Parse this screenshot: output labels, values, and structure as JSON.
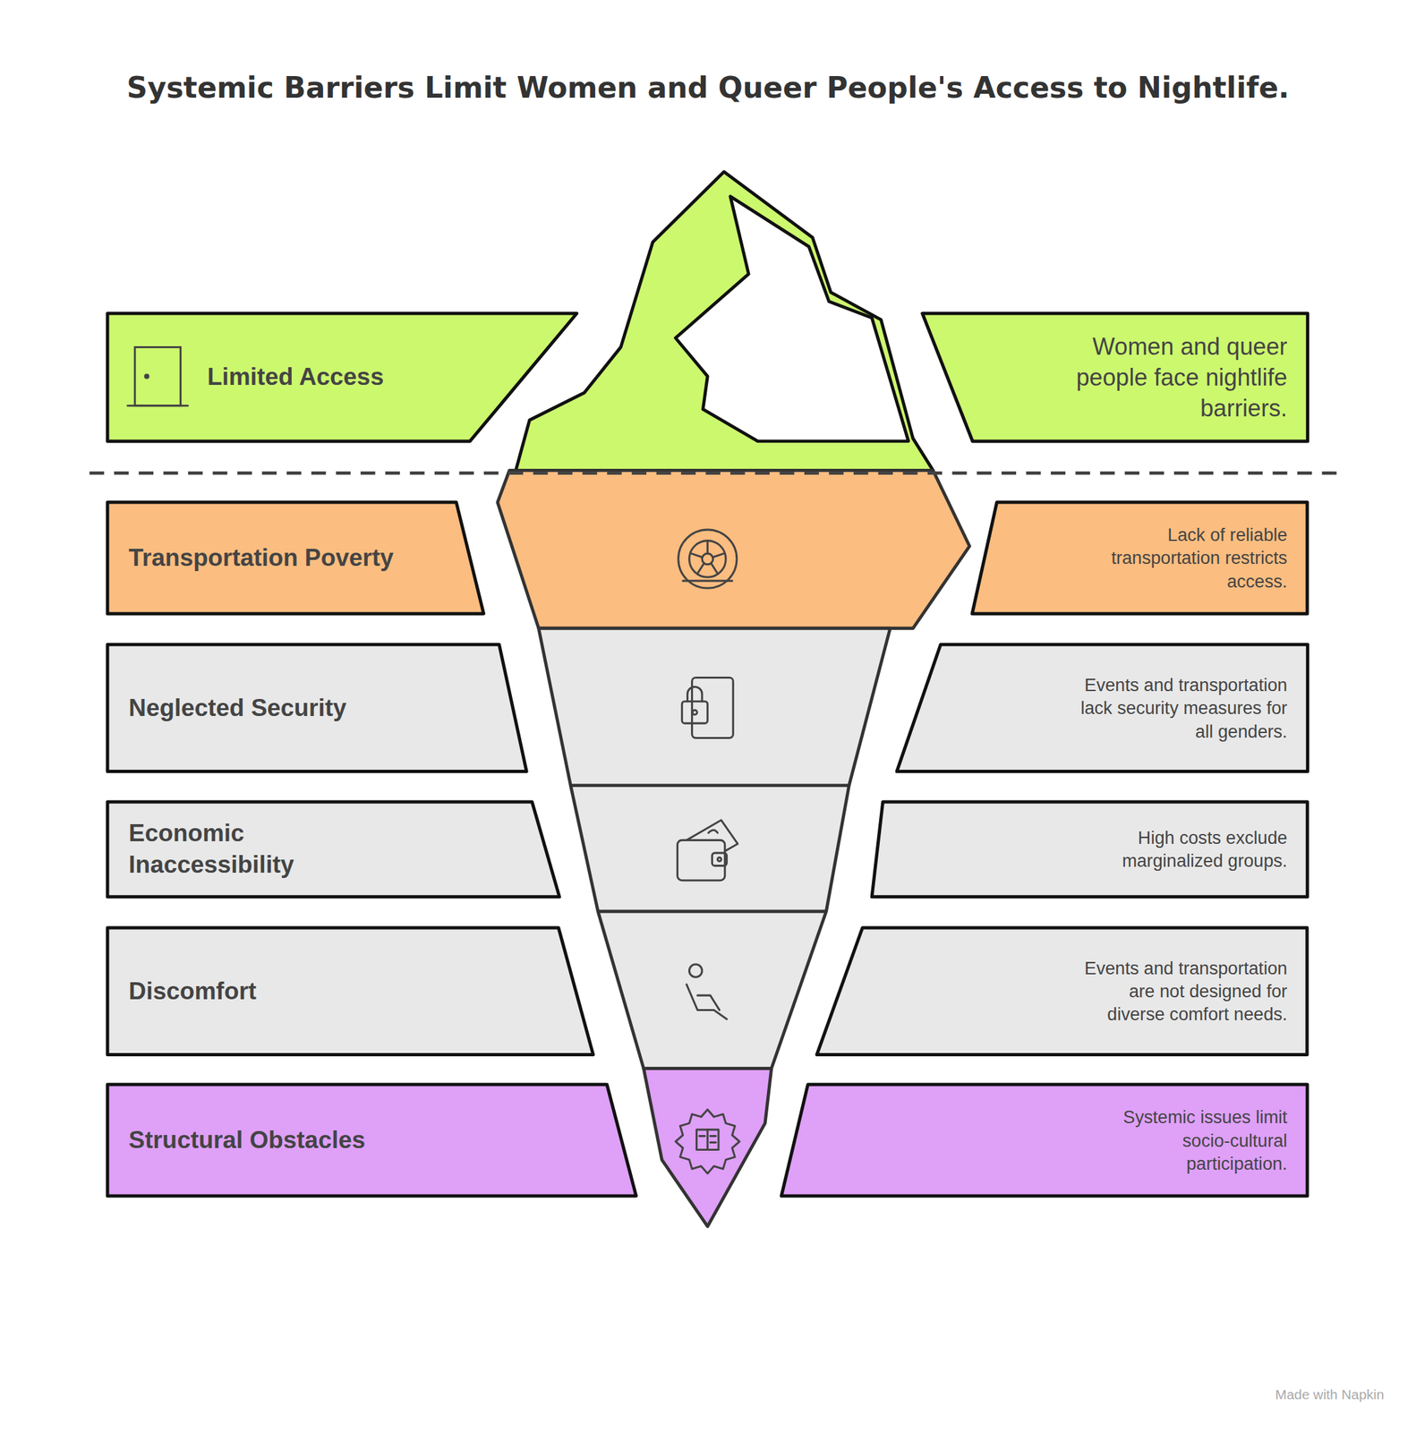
{
  "diagram": {
    "title": "Systemic Barriers Limit Women and Queer People's Access to Nightlife.",
    "nodes": [
      {
        "text": [
          "Limited Access"
        ]
      },
      {
        "text": [
          "Women and queer people face nightlife barriers."
        ]
      },
      {
        "text": [
          "Transportation Poverty"
        ]
      },
      {
        "text": [
          "Lack of reliable transportation restricts access."
        ]
      },
      {
        "text": [
          "Neglected Security"
        ]
      },
      {
        "text": [
          "Events and transportation lack security measures for all genders."
        ]
      },
      {
        "text": [
          "Economic Inaccessibility"
        ]
      },
      {
        "text": [
          "High costs exclude marginalized groups."
        ]
      },
      {
        "text": [
          "Discomfort"
        ]
      },
      {
        "text": [
          "Events and transportation are not designed for diverse comfort needs."
        ]
      },
      {
        "text": [
          "Structural Obstacles"
        ]
      },
      {
        "text": [
          "Systemic issues limit socio-cultural participation."
        ]
      }
    ],
    "labels": [
      "Made with Napkin"
    ]
  }
}
